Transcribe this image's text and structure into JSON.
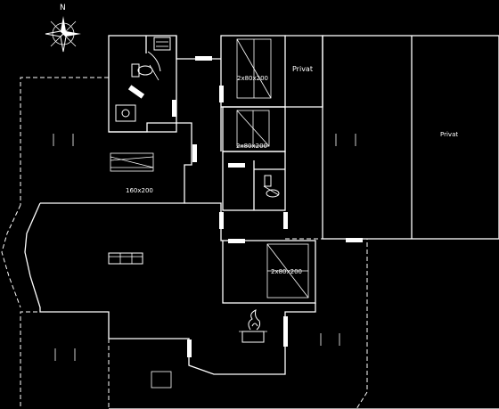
{
  "compass": {
    "north_label": "N",
    "icon": "compass-rose-icon"
  },
  "rooms": {
    "bed_top": {
      "label": "2x80x200"
    },
    "bed_mid": {
      "label": "2x80x200"
    },
    "bed_bottom": {
      "label": "2x80x200"
    },
    "bunk_left": {
      "label": "160x200"
    }
  },
  "outdoor": {
    "terrace_small": {
      "label": "Privat"
    },
    "terrace_large": {
      "label": "Privat"
    }
  },
  "icons": {
    "sauna": "sauna-stove-icon",
    "toilet_1": "toilet-icon",
    "toilet_2": "toilet-icon",
    "shower": "shower-icon",
    "sofa": "sofa-icon",
    "fireplace": "fireplace-icon"
  }
}
